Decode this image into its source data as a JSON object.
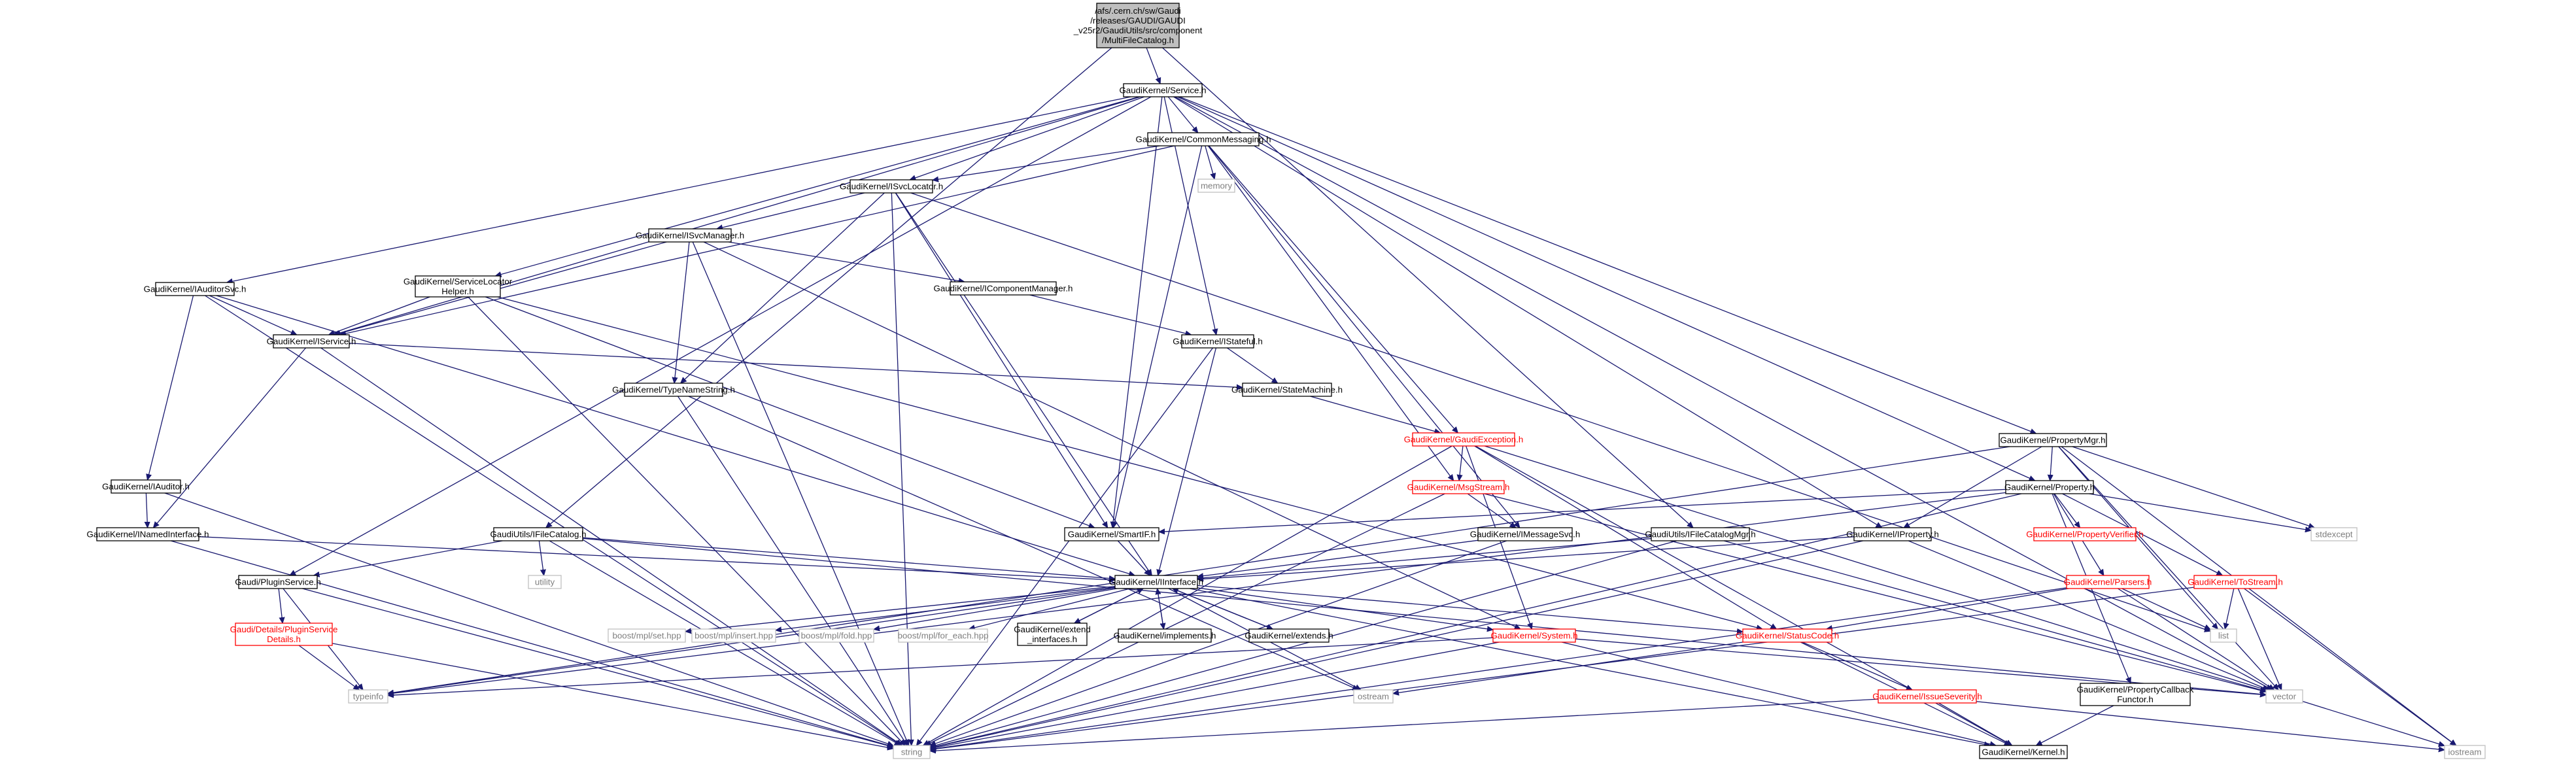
{
  "colors": {
    "edge": "#191970",
    "root_fill": "#bfbfbf",
    "node_border": "#000000",
    "truncated_node_border": "#ff0000",
    "system_header_border": "#bfbfbf",
    "system_header_text": "#7f7f7f"
  },
  "nodes": {
    "root": [
      "/afs/.cern.ch/sw/Gaudi",
      "/releases/GAUDI/GAUDI",
      "_v25r2/GaudiUtils/src/component",
      "/MultiFileCatalog.h"
    ],
    "service_h": [
      "GaudiKernel/Service.h"
    ],
    "common_messaging": [
      "GaudiKernel/CommonMessaging.h"
    ],
    "memory": [
      "memory"
    ],
    "isvclocator": [
      "GaudiKernel/ISvcLocator.h"
    ],
    "isvcmanager": [
      "GaudiKernel/ISvcManager.h"
    ],
    "iauditorsvc": [
      "GaudiKernel/IAuditorSvc.h"
    ],
    "servicelocator_helper": [
      "GaudiKernel/ServiceLocator",
      "Helper.h"
    ],
    "icomponentmanager": [
      "GaudiKernel/IComponentManager.h"
    ],
    "iservice": [
      "GaudiKernel/IService.h"
    ],
    "istateful": [
      "GaudiKernel/IStateful.h"
    ],
    "typenamestring": [
      "GaudiKernel/TypeNameString.h"
    ],
    "statemachine": [
      "GaudiKernel/StateMachine.h"
    ],
    "gaudiexception": [
      "GaudiKernel/GaudiException.h"
    ],
    "propertymgr": [
      "GaudiKernel/PropertyMgr.h"
    ],
    "iauditor": [
      "GaudiKernel/IAuditor.h"
    ],
    "inamedinterface": [
      "GaudiKernel/INamedInterface.h"
    ],
    "ifilecatalog": [
      "GaudiUtils/IFileCatalog.h"
    ],
    "utility": [
      "utility"
    ],
    "smartif": [
      "GaudiKernel/SmartIF.h"
    ],
    "msgstream": [
      "GaudiKernel/MsgStream.h"
    ],
    "imessagesvc": [
      "GaudiKernel/IMessageSvc.h"
    ],
    "ifilecatalogmgr": [
      "GaudiUtils/IFileCatalogMgr.h"
    ],
    "iproperty": [
      "GaudiKernel/IProperty.h"
    ],
    "property": [
      "GaudiKernel/Property.h"
    ],
    "propertyverifier": [
      "GaudiKernel/PropertyVerifier.h"
    ],
    "stdexcept": [
      "stdexcept"
    ],
    "pluginservice": [
      "Gaudi/PluginService.h"
    ],
    "plugin_details": [
      "Gaudi/Details/PluginService",
      "Details.h"
    ],
    "iinterface": [
      "GaudiKernel/IInterface.h"
    ],
    "boost_set": [
      "boost/mpl/set.hpp"
    ],
    "boost_insert": [
      "boost/mpl/insert.hpp"
    ],
    "boost_fold": [
      "boost/mpl/fold.hpp"
    ],
    "boost_for_each": [
      "boost/mpl/for_each.hpp"
    ],
    "extend_interfaces": [
      "GaudiKernel/extend",
      "_interfaces.h"
    ],
    "implements": [
      "GaudiKernel/implements.h"
    ],
    "extends": [
      "GaudiKernel/extends.h"
    ],
    "system": [
      "GaudiKernel/System.h"
    ],
    "statuscode": [
      "GaudiKernel/StatusCode.h"
    ],
    "parsers": [
      "GaudiKernel/Parsers.h"
    ],
    "tostream": [
      "GaudiKernel/ToStream.h"
    ],
    "list": [
      "list"
    ],
    "typeinfo": [
      "typeinfo"
    ],
    "ostream": [
      "ostream"
    ],
    "vector": [
      "vector"
    ],
    "issueseverity": [
      "GaudiKernel/IssueSeverity.h"
    ],
    "propertycallback": [
      "GaudiKernel/PropertyCallback",
      "Functor.h"
    ],
    "string": [
      "string"
    ],
    "kernel": [
      "GaudiKernel/Kernel.h"
    ],
    "iostream": [
      "iostream"
    ]
  }
}
